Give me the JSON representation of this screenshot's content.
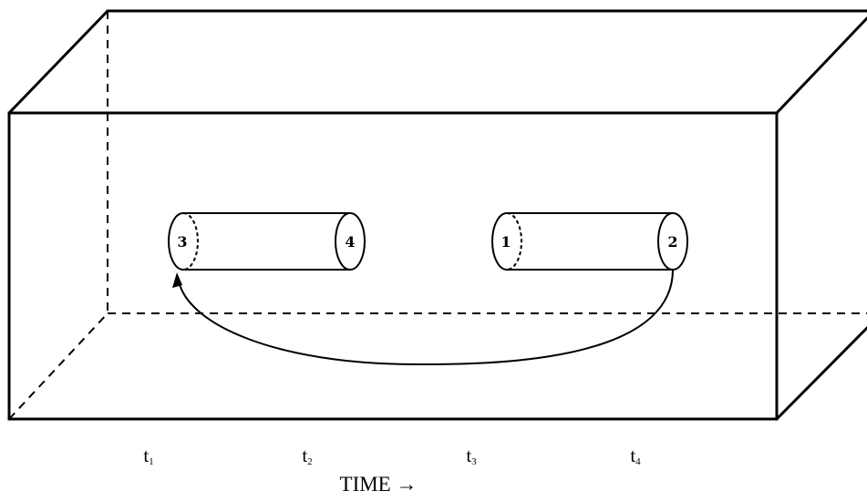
{
  "time_marks": [
    {
      "base": "t",
      "sub": "1"
    },
    {
      "base": "t",
      "sub": "2"
    },
    {
      "base": "t",
      "sub": "3"
    },
    {
      "base": "t",
      "sub": "4"
    }
  ],
  "axis_title": "TIME →",
  "wormholes": [
    {
      "mouth_a": "3",
      "mouth_b": "4"
    },
    {
      "mouth_a": "1",
      "mouth_b": "2"
    }
  ]
}
